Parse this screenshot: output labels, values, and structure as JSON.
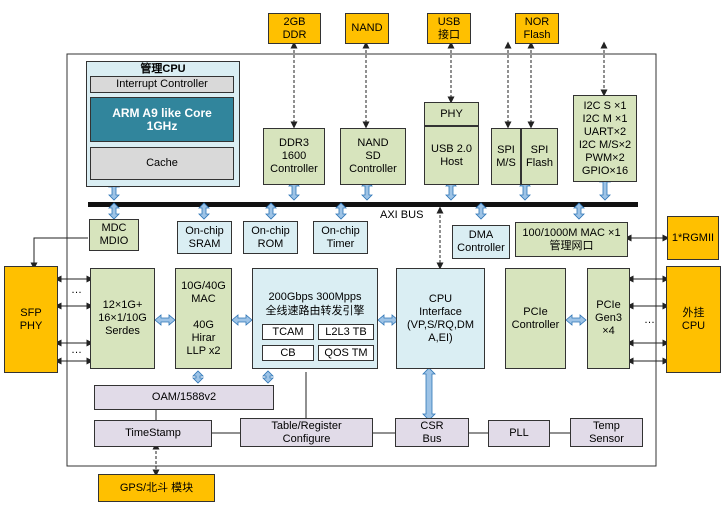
{
  "external": {
    "ddr": "2GB\nDDR",
    "nand": "NAND",
    "usb": "USB\n接口",
    "nor": "NOR\nFlash",
    "rgmii": "1*RGMII",
    "sfp": "SFP\nPHY",
    "ext_cpu": "外挂\nCPU",
    "gps": "GPS/北斗 模块"
  },
  "mgmt_cpu": {
    "title": "管理CPU",
    "interrupt": "Interrupt Controller",
    "core": "ARM A9 like Core\n1GHz",
    "cache": "Cache"
  },
  "controllers": {
    "ddr3": "DDR3\n1600\nController",
    "nand": "NAND\nSD\nController",
    "phy": "PHY",
    "usb_host": "USB 2.0\nHost",
    "spi_ms": "SPI\nM/S",
    "spi_flash": "SPI\nFlash",
    "periph": "I2C S ×1\nI2C M ×1\nUART×2\nI2C M/S×2\nPWM×2\nGPIO×16"
  },
  "bus_label": "AXI BUS",
  "bus_devices": {
    "mdc": "MDC\nMDIO",
    "sram": "On-chip\nSRAM",
    "rom": "On-chip\nROM",
    "timer": "On-chip\nTimer",
    "dma": "DMA\nController",
    "mac": "100/1000M MAC ×1\n管理网口"
  },
  "datapath": {
    "serdes": "12×1G+\n16×1/10G\nSerdes",
    "mac_block": "10G/40G\nMAC\n\n40G\nHirar\nLLP x2",
    "engine_title": "200Gbps 300Mpps\n全线速路由转发引擎",
    "tcam": "TCAM",
    "l2l3": "L2L3 TB",
    "cb": "CB",
    "qos": "QOS TM",
    "cpu_if": "CPU\nInterface\n(VP,S/RQ,DM\nA,EI)",
    "pcie_ctrl": "PCIe\nController",
    "pcie_gen": "PCIe\nGen3\n×4"
  },
  "misc": {
    "oam": "OAM/1588v2",
    "timestamp": "TimeStamp",
    "table_reg": "Table/Register\nConfigure",
    "csr": "CSR\nBus",
    "pll": "PLL",
    "temp": "Temp\nSensor"
  },
  "ellipsis": "…"
}
